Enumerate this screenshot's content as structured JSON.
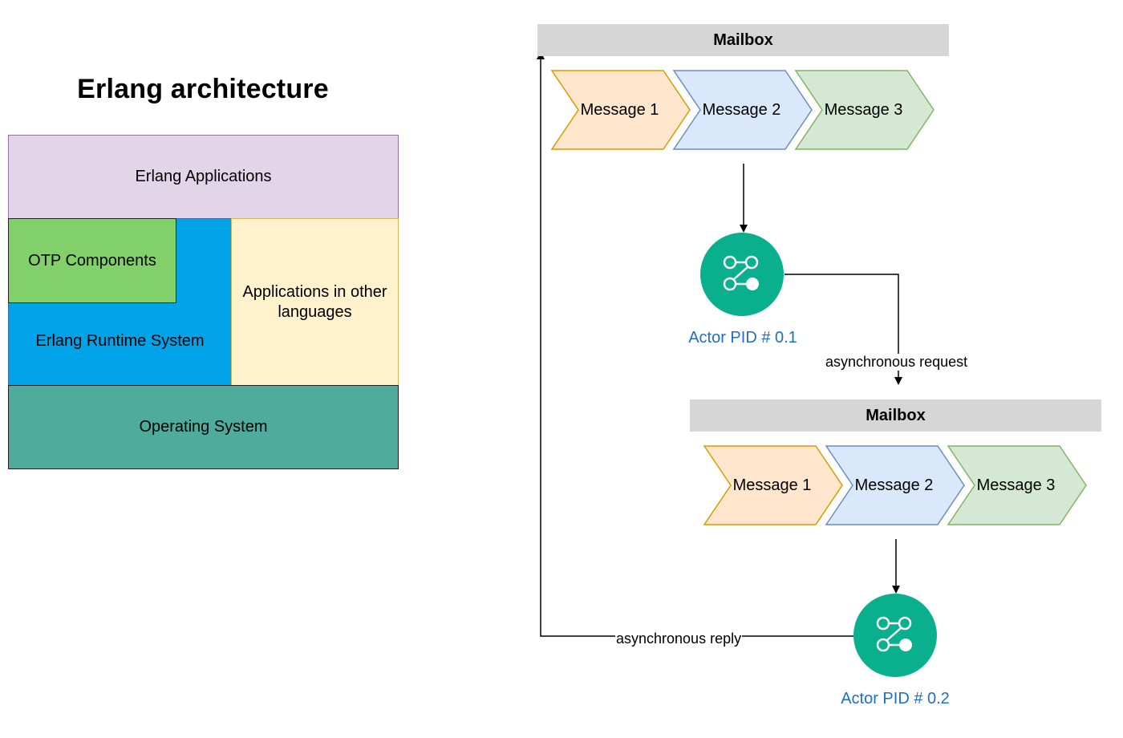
{
  "architecture": {
    "title": "Erlang architecture",
    "layers": {
      "applications": "Erlang Applications",
      "otp": "OTP Components",
      "runtime": "Erlang Runtime System",
      "other_languages": "Applications in other languages",
      "os": "Operating System"
    }
  },
  "flow": {
    "mailbox_top": {
      "title": "Mailbox",
      "messages": [
        "Message 1",
        "Message 2",
        "Message 3"
      ]
    },
    "actor_1": {
      "label": "Actor PID # 0.1",
      "icon": "process-graph-icon"
    },
    "request_label": "asynchronous request",
    "mailbox_bottom": {
      "title": "Mailbox",
      "messages": [
        "Message 1",
        "Message 2",
        "Message 3"
      ]
    },
    "actor_2": {
      "label": "Actor PID # 0.2",
      "icon": "process-graph-icon"
    },
    "reply_label": "asynchronous reply"
  },
  "colors": {
    "applications_fill": "#e1d5e7",
    "applications_border": "#9673a6",
    "otp_fill": "#82d06a",
    "runtime_fill": "#00a2e8",
    "other_lang_fill": "#fff2cc",
    "other_lang_border": "#d6b656",
    "os_fill": "#4fac9c",
    "msg1_fill": "#ffe6cc",
    "msg1_border": "#d79b00",
    "msg2_fill": "#dae8fc",
    "msg2_border": "#6c8ebf",
    "msg3_fill": "#d5e8d4",
    "msg3_border": "#82b366",
    "actor_fill": "#0aaf8e",
    "actor_label": "#1f6fbf",
    "mailbox_bar": "#d6d6d6"
  }
}
